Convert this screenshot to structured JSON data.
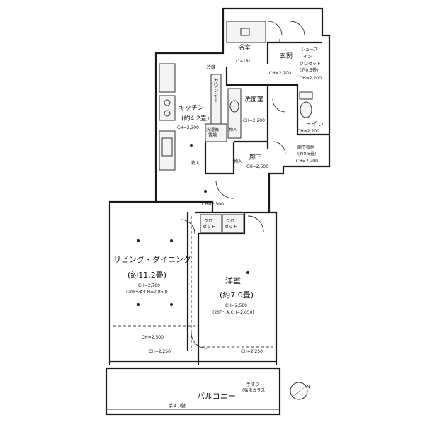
{
  "rooms": {
    "bath_name": "浴室",
    "bath_size": "(1418)",
    "entrance": "玄関",
    "shoes_in_1": "シューズ",
    "shoes_in_2": "イン",
    "shoes_in_3": "クロゼット",
    "shoes_in_4": "(約0.5畳)",
    "shoes_ch": "CH=2,200",
    "entrance_ch": "CH=2,200",
    "washroom": "洗面室",
    "washroom_ch": "CH=2,200",
    "toilet": "トイレ",
    "toilet_ch": "CH=2,200",
    "storage_1": "廊下収納",
    "storage_2": "(約0.5畳)",
    "storage_ch": "CH=2,200",
    "hallway": "廊下",
    "hallway_ch": "CH=2,500",
    "kitchen": "キッチン",
    "kitchen_size": "(約4.2畳)",
    "kitchen_ch": "CH=2,300",
    "counter": "カウンター",
    "fridge": "冷蔵",
    "dishwasher_1": "洗濯機",
    "dishwasher_2": "置場",
    "closet_label_1": "クロ",
    "closet_label_2": "ゼット",
    "closet_label_3": "クロ",
    "closet_label_4": "ゼット",
    "hall_ch_2": "CH=2,500",
    "ldk": "リビング・ダイニング",
    "ldk_size": "(約11.2畳)",
    "ldk_ch": "CH=2,700",
    "ldk_ch2": "(20F〜A:CH=2,850)",
    "ldk_ch3": "CH=2,500",
    "ldk_ch4": "CH=2,250",
    "western": "洋室",
    "western_size": "(約7.0畳)",
    "western_ch": "CH=2,500",
    "western_ch2": "(20F〜A:CH=2,650)",
    "western_ch3": "CH=2,250",
    "balcony": "バルコニー",
    "railing": "手すり壁",
    "glass_1": "手すり",
    "glass_2": "(強化ガラス)",
    "in_label": "物入",
    "in_label_2": "物入",
    "in_label_3": "物入"
  },
  "compass": {
    "label": "N"
  }
}
